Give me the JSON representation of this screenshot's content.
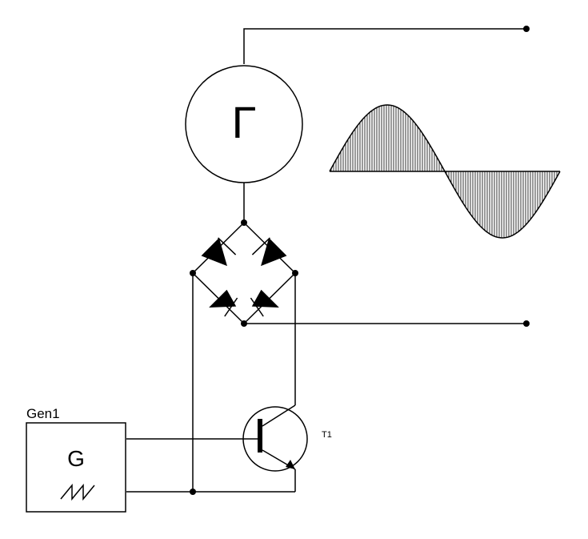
{
  "generator_symbol_text": "Γ",
  "signal_generator": {
    "name": "Gen1",
    "symbol_letter": "G",
    "waveform_icon": "sawtooth-wave-icon"
  },
  "transistor": {
    "name": "T1"
  },
  "bridge_rectifier": {
    "diode_count": 4
  },
  "output_waveform": {
    "shape": "sine",
    "cycles": 1,
    "fill": "vertical-hatch"
  },
  "colors": {
    "line": "#000000",
    "background": "#ffffff"
  }
}
